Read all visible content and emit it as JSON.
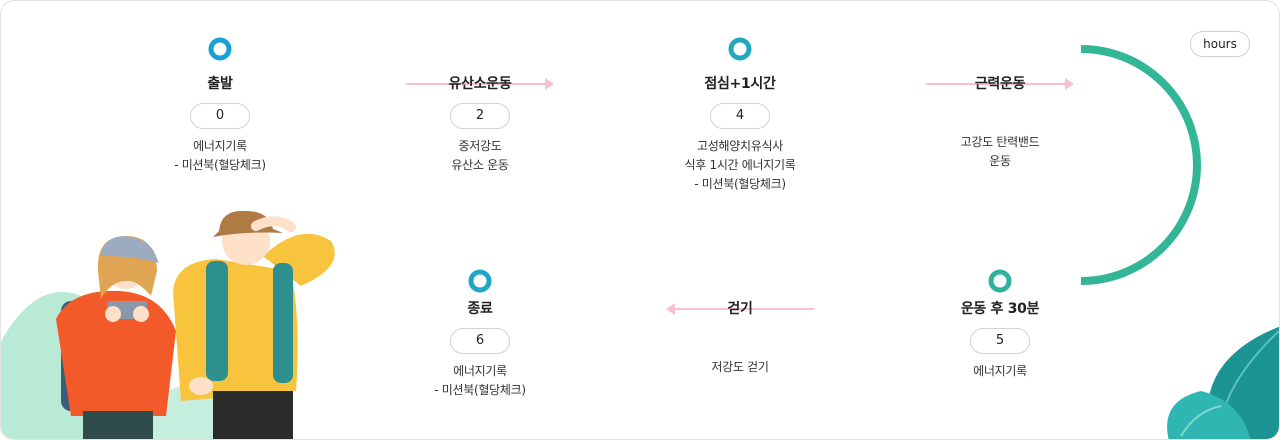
{
  "unit_label": "hours",
  "colors": {
    "line_blue": "#1a9fd6",
    "line_teal": "#33b696",
    "arrow_pink": "#f6c2cc"
  },
  "steps": [
    {
      "title": "출발",
      "hour": "0",
      "desc": "에너지기록\n- 미션북(혈당체크)"
    },
    {
      "title": "유산소운동",
      "hour": "2",
      "desc": "중저강도\n유산소 운동"
    },
    {
      "title": "점심+1시간",
      "hour": "4",
      "desc": "고성해양치유식사\n식후 1시간 에너지기록\n- 미션북(혈당체크)"
    },
    {
      "title": "근력운동",
      "hour": "",
      "desc": "고강도 탄력밴드\n운동"
    },
    {
      "title": "운동 후 30분",
      "hour": "5",
      "desc": "에너지기록"
    },
    {
      "title": "걷기",
      "hour": "",
      "desc": "저강도 걷기"
    },
    {
      "title": "종료",
      "hour": "6",
      "desc": "에너지기록\n- 미션북(혈당체크)"
    }
  ],
  "illustrations": {
    "hikers": "hikers-illustration",
    "leaves": "leaves-illustration"
  }
}
